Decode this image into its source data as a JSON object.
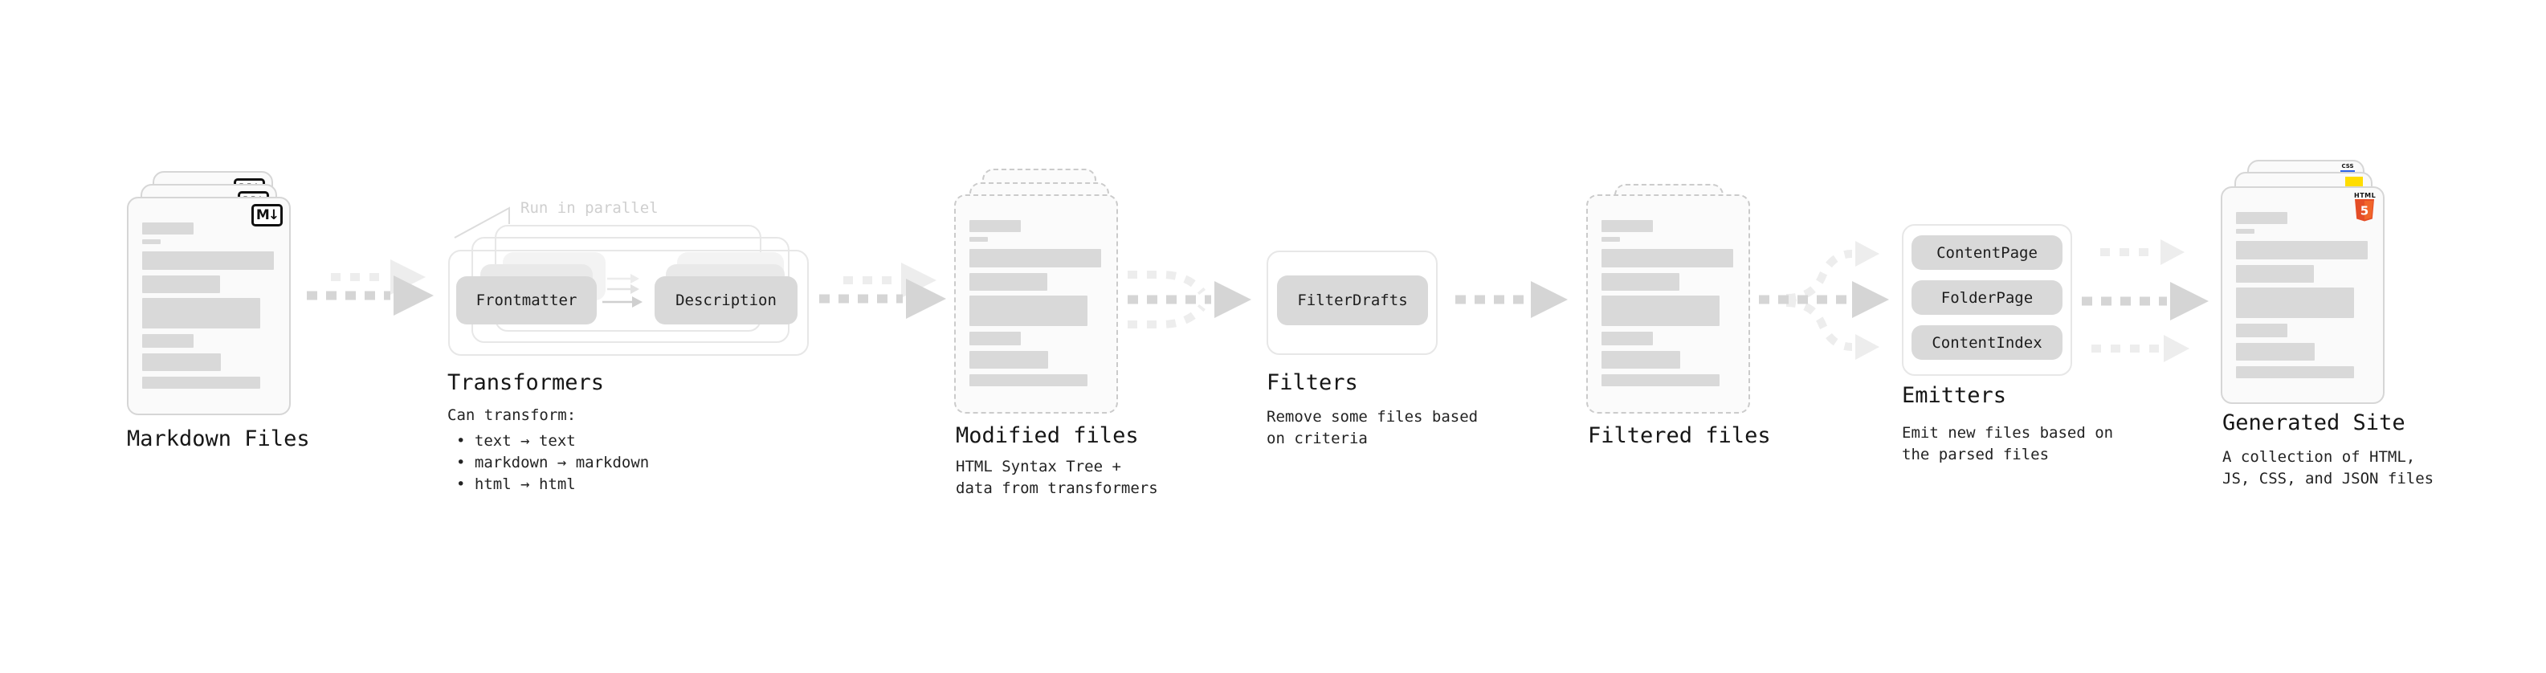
{
  "stages": {
    "markdown_files": {
      "title": "Markdown Files"
    },
    "transformers": {
      "title": "Transformers",
      "annotation": "Run in parallel",
      "nodes": [
        "Frontmatter",
        "Description"
      ],
      "details": [
        "Can transform:",
        "• text → text",
        "• markdown → markdown",
        "• html → html"
      ]
    },
    "modified_files": {
      "title": "Modified files",
      "details": [
        "HTML Syntax Tree +",
        "data from transformers"
      ]
    },
    "filters": {
      "title": "Filters",
      "nodes": [
        "FilterDrafts"
      ],
      "details": [
        "Remove some files based",
        "on criteria"
      ]
    },
    "filtered_files": {
      "title": "Filtered files"
    },
    "emitters": {
      "title": "Emitters",
      "nodes": [
        "ContentPage",
        "FolderPage",
        "ContentIndex"
      ],
      "details": [
        "Emit new files based on",
        "the parsed files"
      ]
    },
    "generated_site": {
      "title": "Generated Site",
      "details": [
        "A collection of HTML,",
        "JS, CSS, and JSON files"
      ]
    }
  },
  "icons": {
    "markdown_badge": "M↓",
    "css_badge": "CSS",
    "html5_badge": {
      "label": "HTML",
      "numeral": "5"
    }
  },
  "colors": {
    "node_fill": "#d9d9d9",
    "arrow_mid": "#d5d5d5",
    "arrow_light": "#ededed",
    "html5_orange": "#e44d26",
    "css_blue": "#2b62e9",
    "js_yellow": "#ffdd00"
  }
}
